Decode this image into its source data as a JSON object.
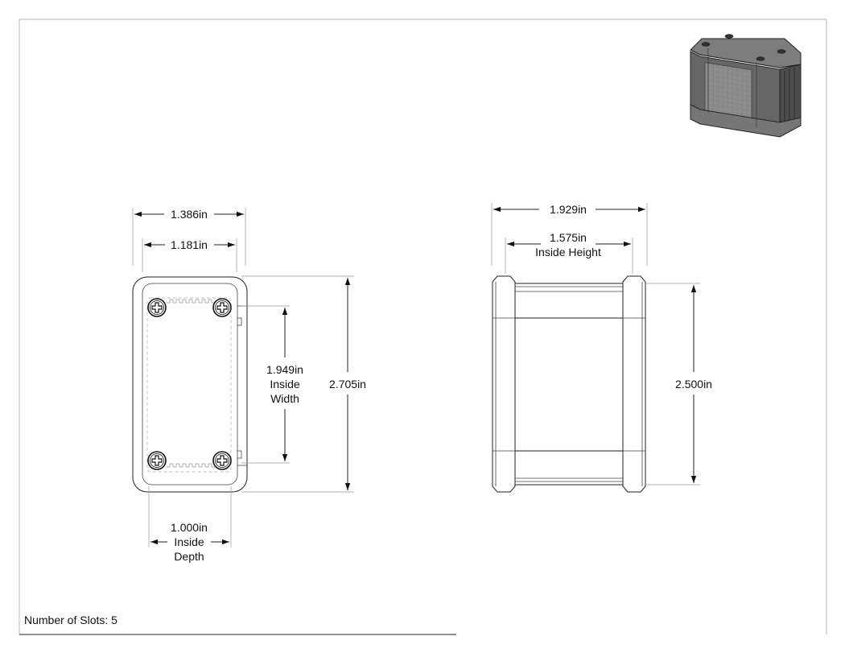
{
  "dimensions": {
    "outer_width": "1.386in",
    "inner_width": "1.181in",
    "outer_height": "2.705in",
    "inside_width_value": "1.949in",
    "inside_width_line1": "Inside",
    "inside_width_line2": "Width",
    "inside_depth_value": "1.000in",
    "inside_depth_line1": "Inside",
    "inside_depth_line2": "Depth",
    "side_width": "1.929in",
    "inside_height_value": "1.575in",
    "inside_height_label": "Inside Height",
    "side_height": "2.500in"
  },
  "footer": {
    "slots_note": "Number of Slots: 5"
  }
}
